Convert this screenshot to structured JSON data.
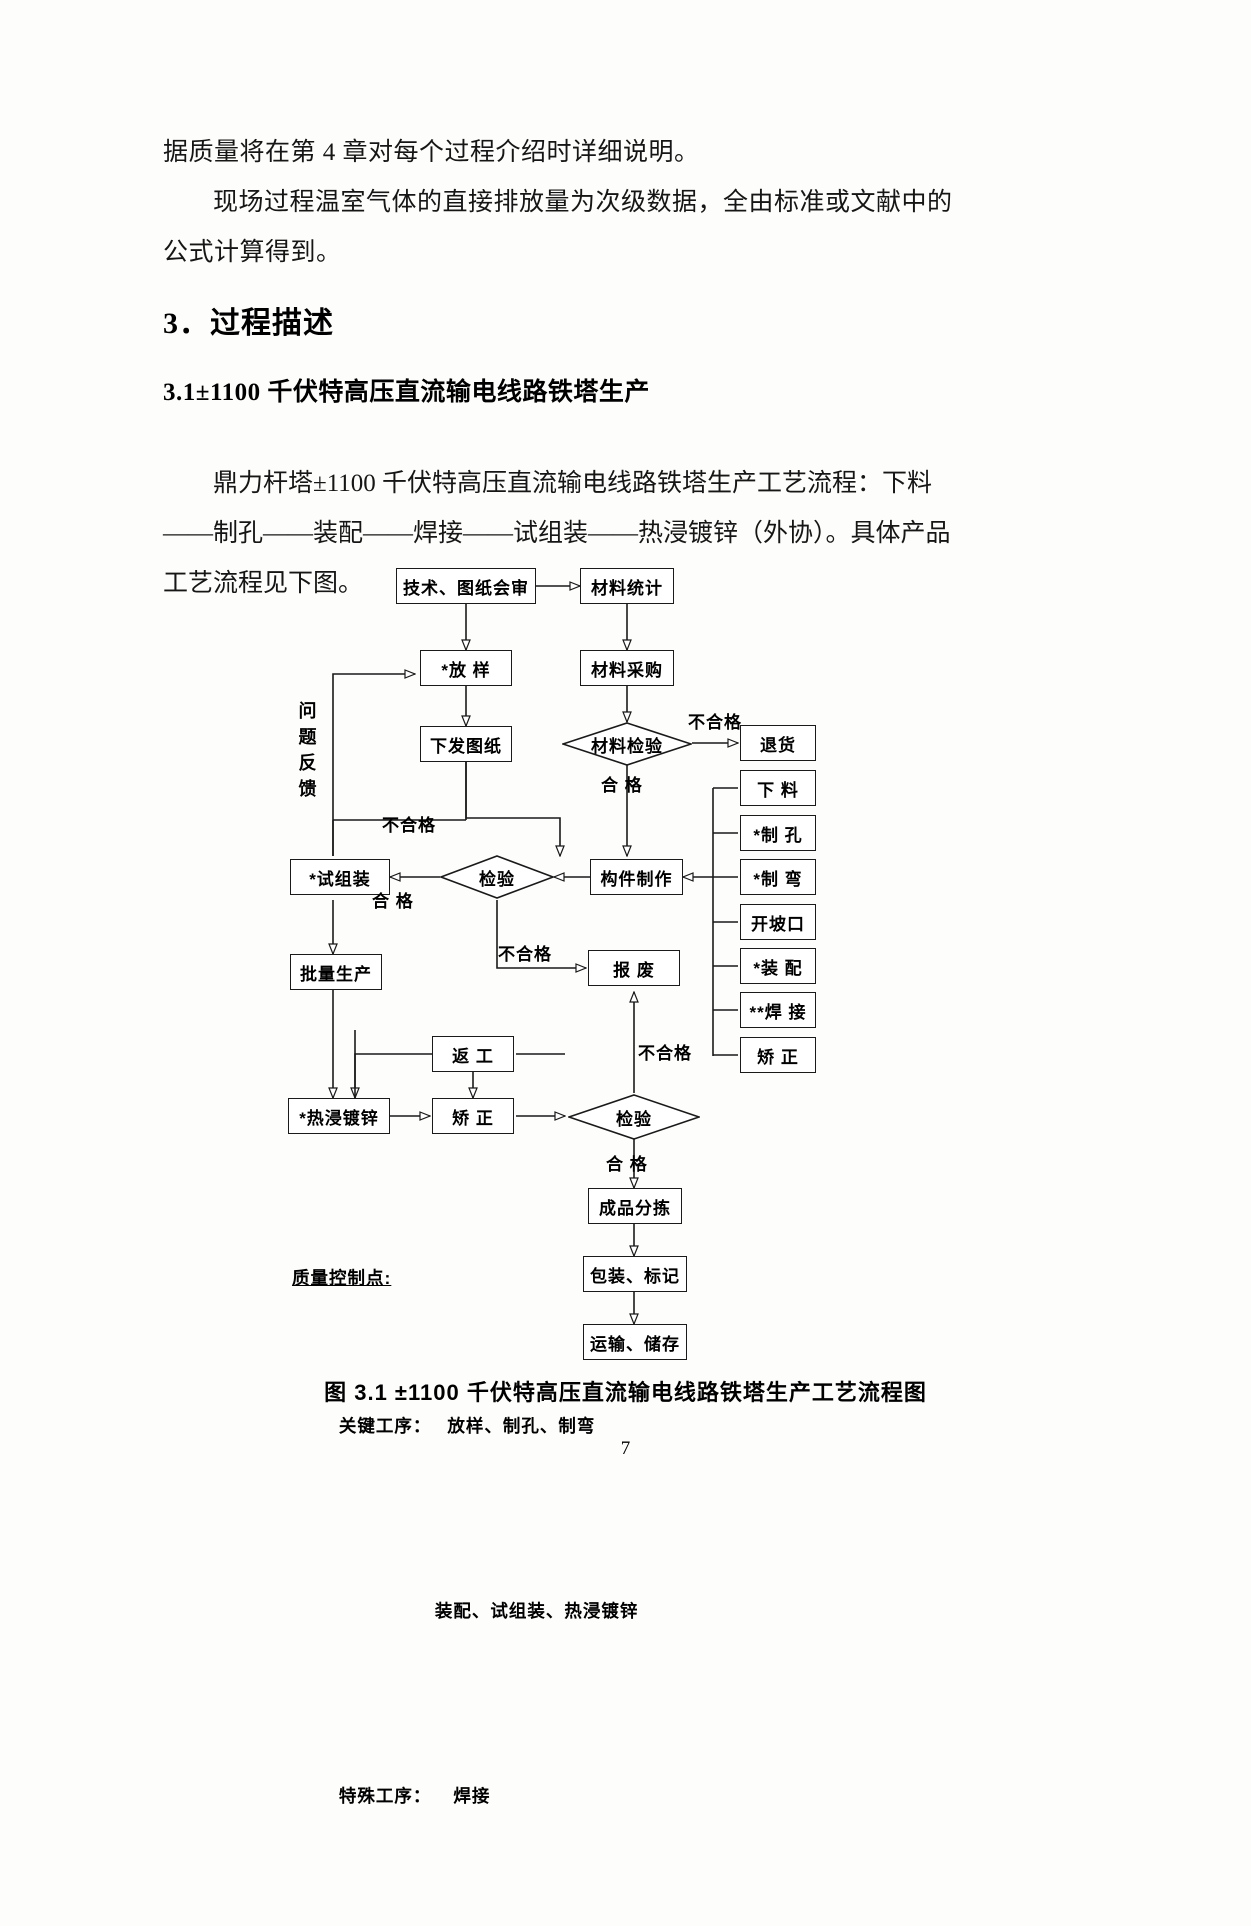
{
  "document": {
    "paragraphs": [
      "据质量将在第 4 章对每个过程介绍时详细说明。",
      "现场过程温室气体的直接排放量为次级数据，全由标准或文献中的公式计算得到。"
    ],
    "section_heading": "3．过程描述",
    "sub_heading": "3.1±1100 千伏特高压直流输电线路铁塔生产",
    "paragraph_2": "鼎力杆塔±1100 千伏特高压直流输电线路铁塔生产工艺流程：下料——制孔——装配——焊接——试组装——热浸镀锌（外协）。具体产品工艺流程见下图。",
    "figure_caption": "图 3.1    ±1100 千伏特高压直流输电线路铁塔生产工艺流程图",
    "page_number": "7"
  },
  "chart_data": {
    "type": "diagram",
    "title": "±1100 千伏特高压直流输电线路铁塔生产工艺流程图",
    "nodes": [
      {
        "id": "tech_review",
        "label": "技术、图纸会审",
        "shape": "box"
      },
      {
        "id": "mat_stat",
        "label": "材料统计",
        "shape": "box"
      },
      {
        "id": "layout",
        "label": "*放 样",
        "shape": "box"
      },
      {
        "id": "mat_purchase",
        "label": "材料采购",
        "shape": "box"
      },
      {
        "id": "issue_drawing",
        "label": "下发图纸",
        "shape": "box"
      },
      {
        "id": "mat_inspect",
        "label": "材料检验",
        "shape": "diamond"
      },
      {
        "id": "return_goods",
        "label": "退货",
        "shape": "box"
      },
      {
        "id": "cut",
        "label": "下 料",
        "shape": "box"
      },
      {
        "id": "drill",
        "label": "*制 孔",
        "shape": "box"
      },
      {
        "id": "bend",
        "label": "*制 弯",
        "shape": "box"
      },
      {
        "id": "groove",
        "label": "开坡口",
        "shape": "box"
      },
      {
        "id": "assemble",
        "label": "*装 配",
        "shape": "box"
      },
      {
        "id": "weld",
        "label": "**焊 接",
        "shape": "box"
      },
      {
        "id": "straighten1",
        "label": "矫 正",
        "shape": "box"
      },
      {
        "id": "part_make",
        "label": "构件制作",
        "shape": "box"
      },
      {
        "id": "inspect1",
        "label": "检验",
        "shape": "diamond"
      },
      {
        "id": "trial_asm",
        "label": "*试组装",
        "shape": "box"
      },
      {
        "id": "batch_prod",
        "label": "批量生产",
        "shape": "box"
      },
      {
        "id": "scrap",
        "label": "报 废",
        "shape": "box"
      },
      {
        "id": "rework",
        "label": "返 工",
        "shape": "box"
      },
      {
        "id": "galvanize",
        "label": "*热浸镀锌",
        "shape": "box"
      },
      {
        "id": "straighten2",
        "label": "矫 正",
        "shape": "box"
      },
      {
        "id": "inspect2",
        "label": "检验",
        "shape": "diamond"
      },
      {
        "id": "sort",
        "label": "成品分拣",
        "shape": "box"
      },
      {
        "id": "pack",
        "label": "包装、标记",
        "shape": "box"
      },
      {
        "id": "ship",
        "label": "运输、储存",
        "shape": "box"
      }
    ],
    "edge_labels": {
      "fail_mat": "不合格",
      "pass_mat": "合 格",
      "fail_insp1_left": "不合格",
      "pass_insp1": "合 格",
      "fail_insp1_down": "不合格",
      "fail_insp2": "不合格",
      "pass_insp2": "合 格",
      "feedback": "问题反馈"
    },
    "legend": {
      "title": "质量控制点:",
      "line1_label": "关键工序：",
      "line1_value": "放样、制孔、制弯",
      "line2_value": "装配、试组装、热浸镀锌",
      "line3_label": "特殊工序：",
      "line3_value": "焊接"
    }
  }
}
